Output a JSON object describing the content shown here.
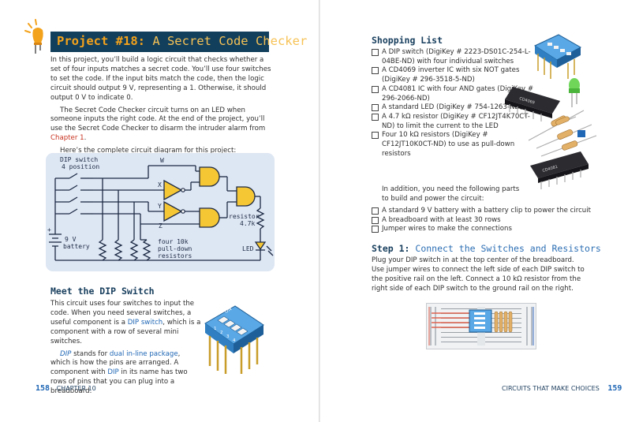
{
  "left_page": {
    "project_title_number": "Project #18:",
    "project_title_rest": " A Secret Code Checker",
    "intro_1": "In this project, you’ll build a logic circuit that checks whether a set of four inputs matches a secret code. You’ll use four switches to set the code. If the input bits match the code, then the logic circuit should output 9 V, representing a 1. Otherwise, it should output 0 V to indicate 0.",
    "intro_2a": "The Secret Code Checker circuit turns on an LED when someone inputs the right code. At the end of the project, you’ll use the Secret Code Checker to disarm the intruder alarm from ",
    "intro_2_link": "Chapter 1",
    "intro_2b": ".",
    "intro_3": "Here’s the complete circuit diagram for this project:",
    "diagram": {
      "dip_label_1": "DIP switch",
      "dip_label_2": "4 position",
      "w_label": "W",
      "x_label": "X",
      "y_label": "Y",
      "z_label": "Z",
      "battery_label_1": "9 V",
      "battery_label_2": "battery",
      "resistors_label_1": "four 10k",
      "resistors_label_2": "pull-down",
      "resistors_label_3": "resistors",
      "resistor_label_1": "resistor",
      "resistor_label_2": "4.7k",
      "led_label": "LED",
      "plus_sign": "+"
    },
    "meet_heading": "Meet the DIP Switch",
    "meet_1a": "This circuit uses four switches to input the code. When you need several switches, a useful component is a ",
    "meet_1_term": "DIP switch",
    "meet_1b": ", which is a component with a row of several mini switches.",
    "meet_2_term1": "DIP",
    "meet_2a": " stands for ",
    "meet_2_term2": "dual in-line package",
    "meet_2b": ", which is how the pins are arranged. A component with ",
    "meet_2_term3": "DIP",
    "meet_2c": " in its name has two rows of pins that you can plug into a breadboard.",
    "dip_switch_text": "ON",
    "dip_numbers": [
      "1",
      "2",
      "3",
      "4"
    ],
    "page_number": "158",
    "chapter": "CHAPTER 10"
  },
  "right_page": {
    "shopping_heading": "Shopping List",
    "items": [
      {
        "bold": "A DIP switch",
        "rest": " (DigiKey # 2223-DS01C-254-L-04BE-ND) with four individual switches"
      },
      {
        "bold": "A CD4069 inverter IC with six NOT",
        "rest": " gates (DigiKey # 296-3518-5-ND)"
      },
      {
        "bold": "A CD4081 IC with four AND gates",
        "rest": " (DigiKey # 296-2066-ND)"
      },
      {
        "bold": "A standard LED",
        "rest": " (DigiKey # 754-1263-ND)"
      },
      {
        "bold": "A 4.7 kΩ resistor",
        "rest": " (DigiKey # CF12JT4K70CT-ND) to limit the current to the LED"
      },
      {
        "bold": "Four 10 kΩ resistors",
        "rest": " (DigiKey # CF12JT10K0CT-ND) to use as pull-down resistors"
      }
    ],
    "additional": "In addition, you need the following parts to build and power the circuit:",
    "extra_items": [
      {
        "bold": "A standard 9 V battery with a battery clip",
        "rest": " to power the circuit"
      },
      {
        "bold": "A breadboard",
        "rest": " with at least 30 rows"
      },
      {
        "bold": "Jumper wires",
        "rest": " to make the connections"
      }
    ],
    "step_heading_bold": "Step 1:",
    "step_heading_rest": " Connect the Switches and Resistors",
    "step_text": "Plug your DIP switch in at the top center of the breadboard. Use jumper wires to connect the left side of each DIP switch to the positive rail on the left. Connect a 10 kΩ resistor from the right side of each DIP switch to the ground rail on the right.",
    "ic_label_1": "CD4069",
    "ic_label_2": "CD4081",
    "footer_chapter_title": "CIRCUITS THAT MAKE CHOICES",
    "page_number": "159"
  },
  "colors": {
    "banner_bg": "#123f5c",
    "banner_accent": "#f3a21b",
    "link_red": "#c8321f",
    "term_blue": "#2067b5",
    "diagram_bg": "#dde6f3",
    "gate_yellow": "#f6c735",
    "dip_blue": "#3a8fd0"
  }
}
